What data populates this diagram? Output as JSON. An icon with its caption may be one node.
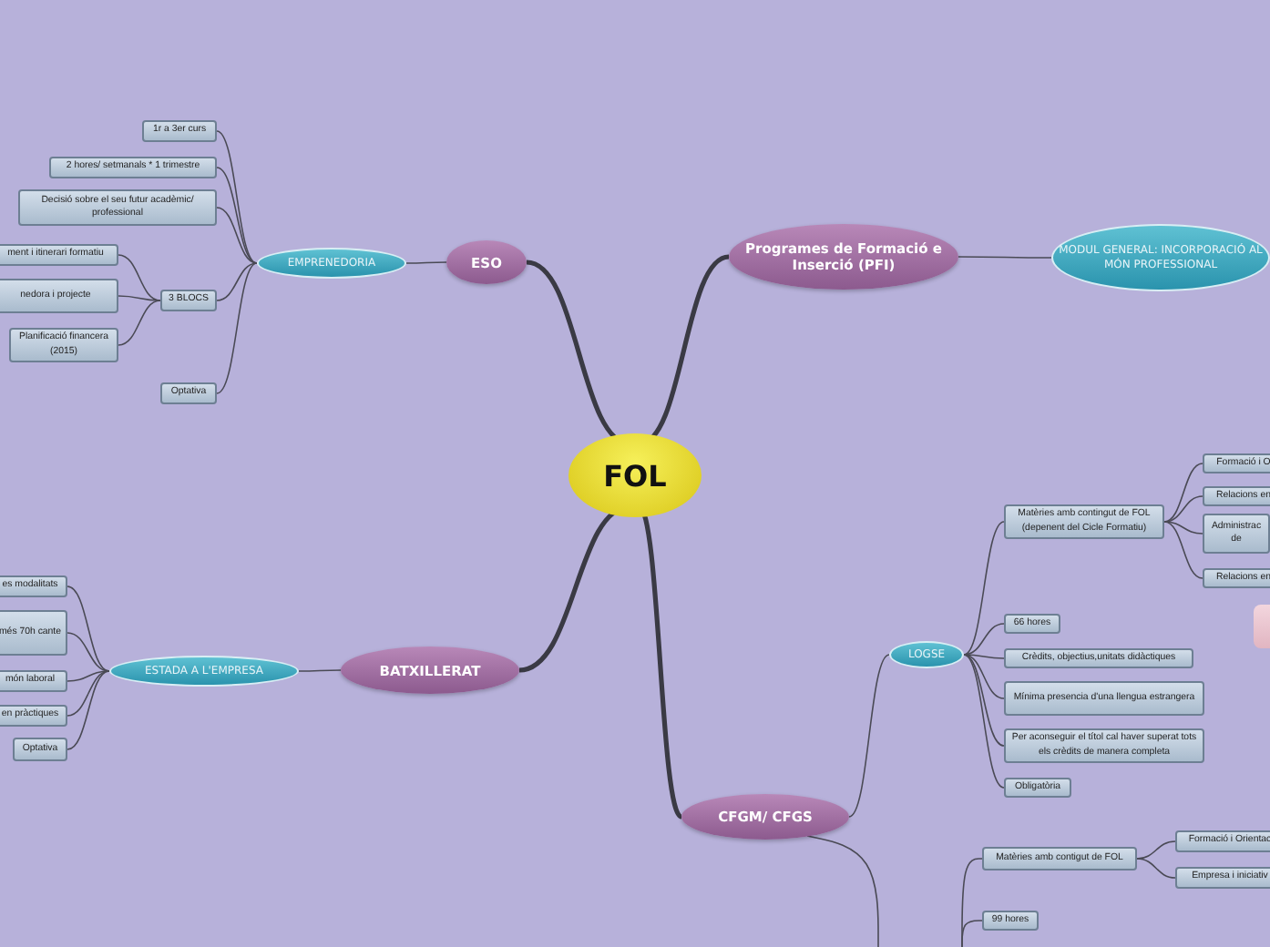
{
  "diagram": {
    "nodes": [
      {
        "text": [
          "FOL"
        ]
      },
      {
        "text": [
          "ESO"
        ]
      },
      {
        "text": [
          "EMPRENEDORIA"
        ]
      },
      {
        "text": [
          "1r a 3er curs"
        ]
      },
      {
        "text": [
          "2 hores/ setmanals * 1 trimestre"
        ]
      },
      {
        "text": [
          "Decisió sobre el seu futur acadèmic/ professional"
        ]
      },
      {
        "text": [
          "ment i itinerari formatiu"
        ]
      },
      {
        "text": [
          "nedora i projecte"
        ]
      },
      {
        "text": [
          "3 BLOCS"
        ]
      },
      {
        "text": [
          "Planificació financera (2015)"
        ]
      },
      {
        "text": [
          "Optativa"
        ]
      },
      {
        "text": [
          "Programes de Formació e Inserció (PFI)"
        ]
      },
      {
        "text": [
          "MODUL GENERAL: INCORPORACIÓ AL MÓN PROFESSIONAL"
        ]
      },
      {
        "text": [
          "es modalitats"
        ]
      },
      {
        "text": [
          "més 70h cante"
        ]
      },
      {
        "text": [
          "món laboral"
        ]
      },
      {
        "text": [
          "en pràctiques"
        ]
      },
      {
        "text": [
          "Optativa"
        ]
      },
      {
        "text": [
          "ESTADA A L'EMPRESA"
        ]
      },
      {
        "text": [
          "BATXILLERAT"
        ]
      },
      {
        "text": [
          "Formació i O"
        ]
      },
      {
        "text": [
          "Relacions en"
        ]
      },
      {
        "text": [
          "Administrac de"
        ]
      },
      {
        "text": [
          "Relacions en"
        ]
      },
      {
        "text": [
          "Matèries amb contingut de FOL (depenent del Cicle Formatiu)"
        ]
      },
      {
        "text": [],
        "shape": "box"
      },
      {
        "text": [
          "66 hores"
        ]
      },
      {
        "text": [
          "LOGSE"
        ]
      },
      {
        "text": [
          "Crèdits, objectius,unitats didàctiques"
        ]
      },
      {
        "text": [
          "Mínima presencia d'una llengua estrangera"
        ]
      },
      {
        "text": [
          "Per aconseguir el títol cal haver superat tots els crèdits de manera completa"
        ]
      },
      {
        "text": [
          "Obligatòria"
        ]
      },
      {
        "text": [
          "CFGM/ CFGS"
        ]
      },
      {
        "text": [
          "Formació i Orientac"
        ]
      },
      {
        "text": [
          "Matèries amb contigut de FOL"
        ]
      },
      {
        "text": [
          "Empresa i iniciativ"
        ]
      },
      {
        "text": [
          "99 hores"
        ]
      }
    ],
    "edges": [
      {
        "from": 0,
        "to": 1,
        "arrow": "none",
        "style": "thick"
      },
      {
        "from": 0,
        "to": 11,
        "arrow": "none",
        "style": "thick"
      },
      {
        "from": 0,
        "to": 19,
        "arrow": "none",
        "style": "thick"
      },
      {
        "from": 0,
        "to": 32,
        "arrow": "none",
        "style": "thick"
      },
      {
        "from": 1,
        "to": 2,
        "arrow": "none"
      },
      {
        "from": 2,
        "to": 3,
        "arrow": "none"
      },
      {
        "from": 2,
        "to": 4,
        "arrow": "none"
      },
      {
        "from": 2,
        "to": 5,
        "arrow": "none"
      },
      {
        "from": 2,
        "to": 8,
        "arrow": "none"
      },
      {
        "from": 2,
        "to": 10,
        "arrow": "none"
      },
      {
        "from": 8,
        "to": 6,
        "arrow": "none"
      },
      {
        "from": 8,
        "to": 7,
        "arrow": "none"
      },
      {
        "from": 8,
        "to": 9,
        "arrow": "none"
      },
      {
        "from": 11,
        "to": 12,
        "arrow": "none"
      },
      {
        "from": 19,
        "to": 18,
        "arrow": "none"
      },
      {
        "from": 18,
        "to": 13,
        "arrow": "none"
      },
      {
        "from": 18,
        "to": 14,
        "arrow": "none"
      },
      {
        "from": 18,
        "to": 15,
        "arrow": "none"
      },
      {
        "from": 18,
        "to": 16,
        "arrow": "none"
      },
      {
        "from": 18,
        "to": 17,
        "arrow": "none"
      },
      {
        "from": 32,
        "to": 27,
        "arrow": "none"
      },
      {
        "from": 32,
        "to": null,
        "arrow": "none"
      },
      {
        "from": 27,
        "to": 24,
        "arrow": "none"
      },
      {
        "from": 27,
        "to": 26,
        "arrow": "none"
      },
      {
        "from": 27,
        "to": 28,
        "arrow": "none"
      },
      {
        "from": 27,
        "to": 29,
        "arrow": "none"
      },
      {
        "from": 27,
        "to": 30,
        "arrow": "none"
      },
      {
        "from": 27,
        "to": 31,
        "arrow": "none"
      },
      {
        "from": 24,
        "to": 20,
        "arrow": "none"
      },
      {
        "from": 24,
        "to": 21,
        "arrow": "none"
      },
      {
        "from": 24,
        "to": 22,
        "arrow": "none"
      },
      {
        "from": 24,
        "to": 23,
        "arrow": "none"
      },
      {
        "from": 34,
        "to": 33,
        "arrow": "none"
      },
      {
        "from": 34,
        "to": 35,
        "arrow": "none"
      },
      {
        "from": null,
        "to": 34,
        "arrow": "none"
      },
      {
        "from": null,
        "to": 36,
        "arrow": "none"
      }
    ]
  }
}
